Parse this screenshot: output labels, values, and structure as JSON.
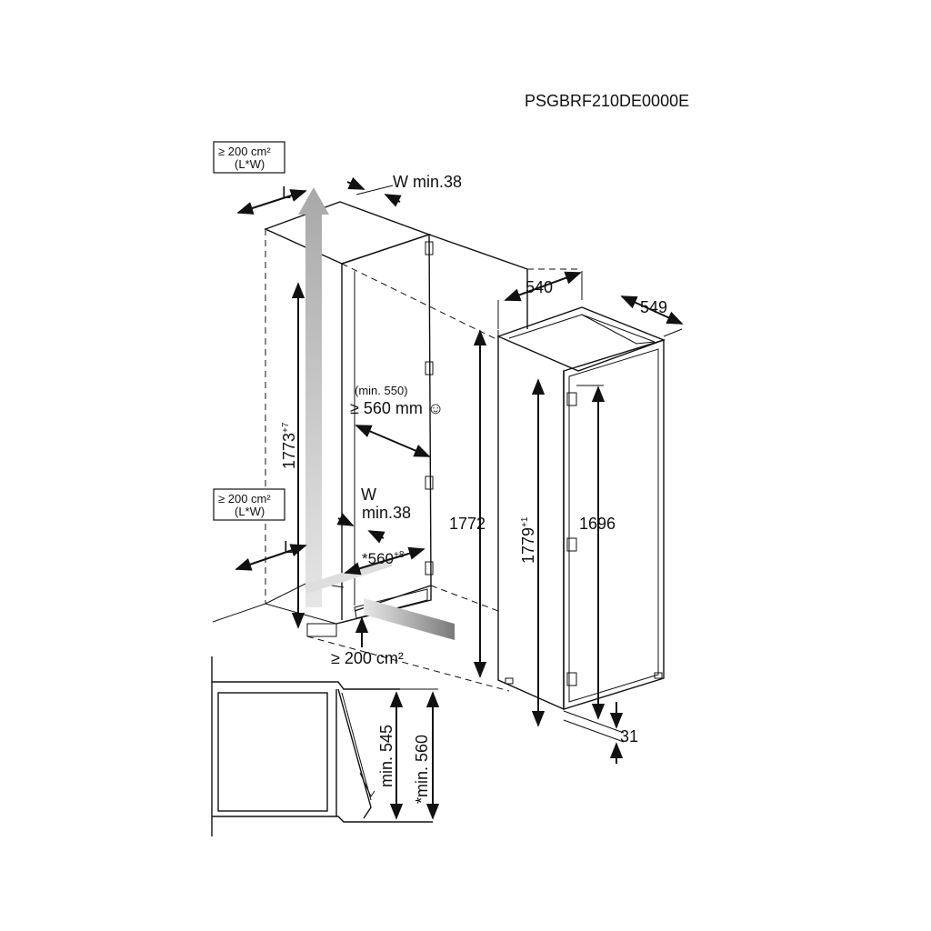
{
  "model_code": "PSGBRF210DE0000E",
  "ventilation_top": {
    "area": "≥ 200 cm²",
    "formula": "(L*W)",
    "l_label": "L",
    "w_label": "W min.38"
  },
  "ventilation_mid": {
    "area": "≥ 200 cm²",
    "formula": "(L*W)",
    "l_label": "L",
    "w_label": "W",
    "w_min": "min.38"
  },
  "ventilation_bottom": {
    "area": "≥ 200 cm²"
  },
  "niche": {
    "height": "1773",
    "height_tolerance": "+7",
    "depth_note": "(min. 550)",
    "depth": "≥ 560 mm ☺",
    "width": "*560",
    "width_tolerance": "+8"
  },
  "appliance": {
    "depth": "540",
    "width": "549",
    "height_outer": "1772",
    "height_total": "1779",
    "height_total_tolerance": "+1",
    "door_height": "1696",
    "plinth_offset": "31"
  },
  "side_section": {
    "min_depth": "min. 545",
    "min_depth_star": "*min. 560"
  }
}
